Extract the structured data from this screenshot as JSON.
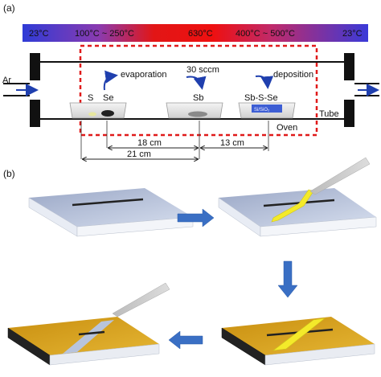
{
  "panel_a": {
    "label": "(a)",
    "temperature_bar": {
      "left_end": "23°C",
      "zone1": "100°C ~ 250°C",
      "zone2": "630°C",
      "zone3": "400°C ~ 500°C",
      "right_end": "23°C"
    },
    "gas": "Ar",
    "flow": "30 sccm",
    "evaporation": "evaporation",
    "deposition": "deposition",
    "boats": {
      "left": [
        "S",
        "Se"
      ],
      "middle": "Sb",
      "right": "Sb-S-Se",
      "substrate": "Si/SiO₂"
    },
    "tube": "Tube",
    "oven": "Oven",
    "distances": {
      "d1": "18 cm",
      "d2": "21 cm",
      "d3": "13 cm"
    }
  },
  "panel_b": {
    "label": "(b)"
  },
  "colors": {
    "bar_blue": "#3a3ad8",
    "bar_red": "#e01010",
    "oven_border": "#e01a1a",
    "arrow_blue": "#1f3fae",
    "process_arrow": "#3a6fc4",
    "substrate_top": "#b8c4dc",
    "gold": "#d6a41a",
    "yellow_tape": "#f4ea2a"
  }
}
